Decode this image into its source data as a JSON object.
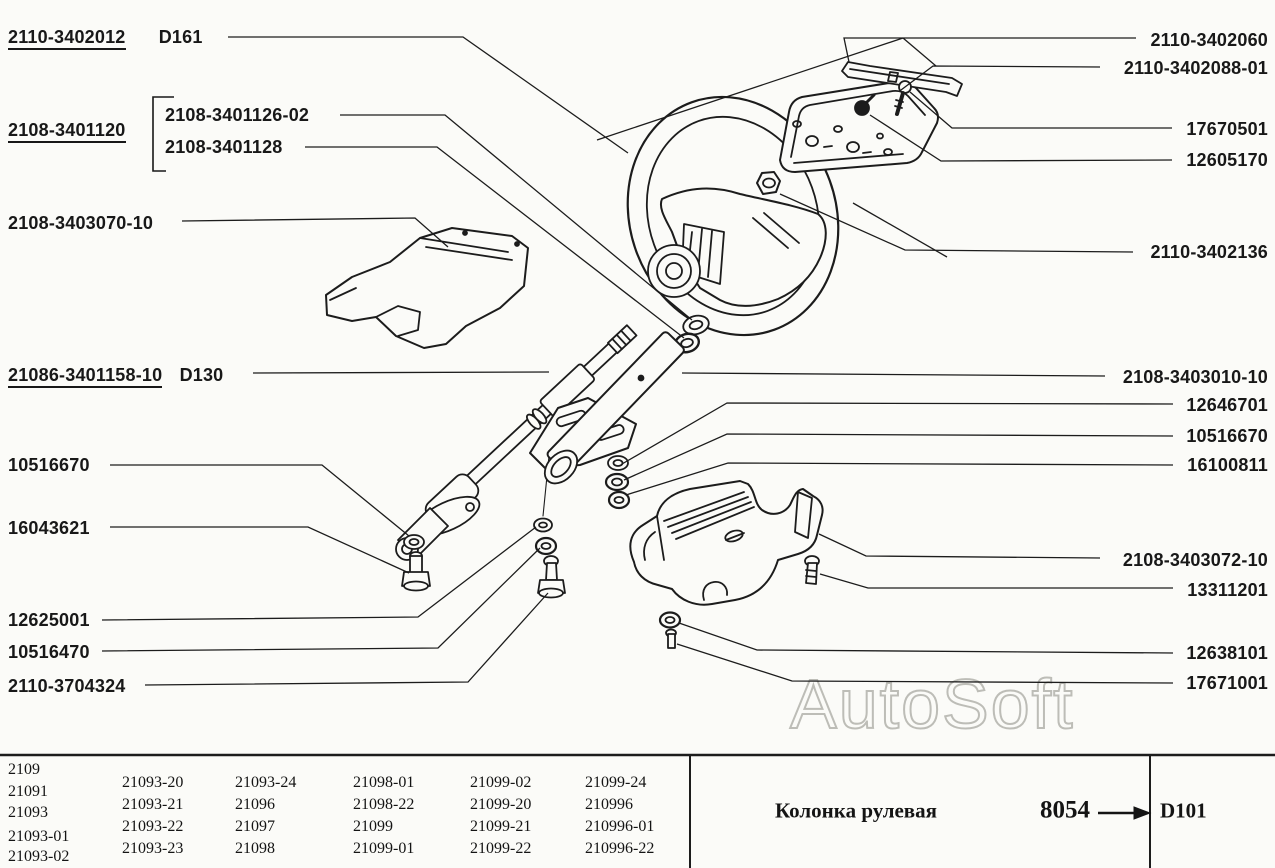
{
  "diagram": {
    "watermark": "AutoSoft",
    "left_labels": [
      {
        "text": "2110-3402012",
        "suffix": "D161"
      },
      {
        "text": "2108-3401120"
      },
      {
        "text": "2108-3401126-02"
      },
      {
        "text": "2108-3401128"
      },
      {
        "text": "2108-3403070-10"
      },
      {
        "text": "21086-3401158-10",
        "suffix": "D130"
      },
      {
        "text": "10516670"
      },
      {
        "text": "16043621"
      },
      {
        "text": "12625001"
      },
      {
        "text": "10516470"
      },
      {
        "text": "2110-3704324"
      }
    ],
    "right_labels": [
      {
        "text": "2110-3402060"
      },
      {
        "text": "2110-3402088-01"
      },
      {
        "text": "17670501"
      },
      {
        "text": "12605170"
      },
      {
        "text": "2110-3402136"
      },
      {
        "text": "2108-3403010-10"
      },
      {
        "text": "12646701"
      },
      {
        "text": "10516670"
      },
      {
        "text": "16100811"
      },
      {
        "text": "2108-3403072-10"
      },
      {
        "text": "13311201"
      },
      {
        "text": "12638101"
      },
      {
        "text": "17671001"
      }
    ]
  },
  "footer": {
    "model_columns": [
      [
        "2109",
        "21091",
        "21093",
        "21093-01",
        "21093-02"
      ],
      [
        "21093-20",
        "21093-21",
        "21093-22",
        "21093-23"
      ],
      [
        "21093-24",
        "21096",
        "21097",
        "21098"
      ],
      [
        "21098-01",
        "21098-22",
        "21099",
        "21099-01"
      ],
      [
        "21099-02",
        "21099-20",
        "21099-21",
        "21099-22"
      ],
      [
        "21099-24",
        "210996",
        "210996-01",
        "210996-22"
      ]
    ],
    "caption": "Колонка рулевая",
    "sheet_number": "8054",
    "ref_code": "D101"
  }
}
